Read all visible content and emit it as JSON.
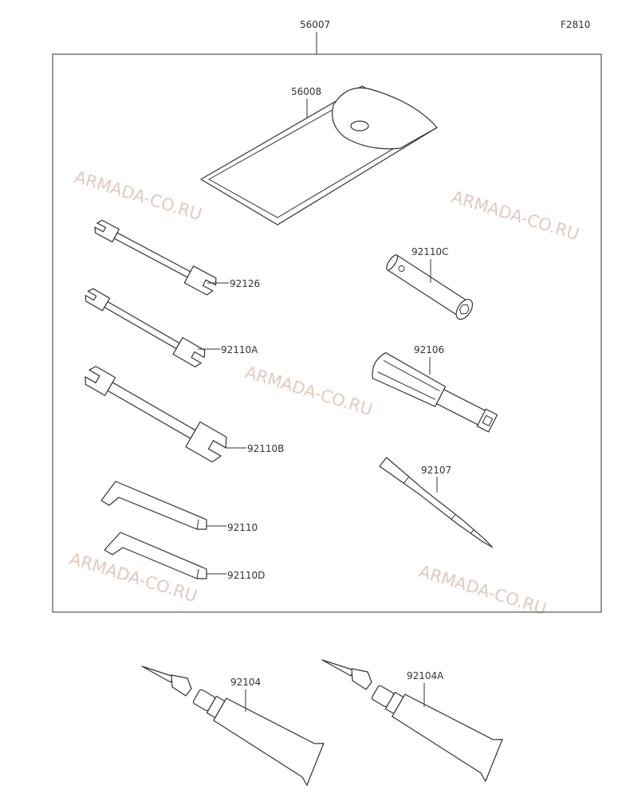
{
  "figure_code": "F2810",
  "watermark": "ARMADA-CO.RU",
  "parts": {
    "kit": "56007",
    "pouch": "56008",
    "wrench_a": "92126",
    "wrench_b": "92110A",
    "wrench_c": "92110B",
    "hex_key_a": "92110",
    "hex_key_b": "92110D",
    "box_wrench": "92110C",
    "handle": "92106",
    "screwdriver": "92107",
    "repair_kit_a": "92104",
    "repair_kit_b": "92104A"
  }
}
